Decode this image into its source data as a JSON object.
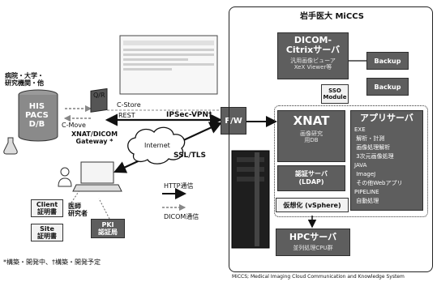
{
  "left": {
    "institution_label": "病院・大学・\n研究機関・他",
    "db_label": "HIS\nPACS\nD/B"
  },
  "gateway": {
    "qr": "Q/R",
    "c_store": "C-Store",
    "c_move": "C-Move",
    "rest": "REST",
    "ipsec": "IPSec-VPN†",
    "name": "XNAT/DICOM\nGateway *"
  },
  "internet": {
    "label": "Internet",
    "ssl": "SSL/TLS"
  },
  "fw": "F/W",
  "users": {
    "client_cert": "Client\n証明書",
    "site_cert": "Site\n証明書",
    "doctor": "医師\n研究者",
    "pki": "PKI\n認証局"
  },
  "legend": {
    "http": "HTTP通信",
    "dicom": "DICOM通信"
  },
  "footnote": "*構築・開発中、†構築・開発予定",
  "miccs": {
    "title": "岩手医大 MiCCS",
    "dicom_server": "DICOM-\nCitrixサーバ",
    "dicom_server_sub": "汎用画像ビューア\nXeX Viewer等",
    "backup1": "Backup",
    "backup2": "Backup",
    "sso": "SSO\nModule",
    "xnat": "XNAT",
    "xnat_sub": "画像研究\n用DB",
    "auth": "認証サーバ\n(LDAP)",
    "virtual": "仮想化 (vSphere)",
    "apps_title": "アプリサーバ",
    "apps_list": "EXE\n 解析・計測\n 画像処理解析\n 3次元画像処理\nJAVA\n ImageJ\n その他Webアプリ\nPIPELINE\n 自動処理",
    "hpc": "HPCサーバ",
    "hpc_sub": "並列処理CPU群"
  },
  "caption": "MiCCS; Medical Imaging Cloud Communication and Knowledge System"
}
